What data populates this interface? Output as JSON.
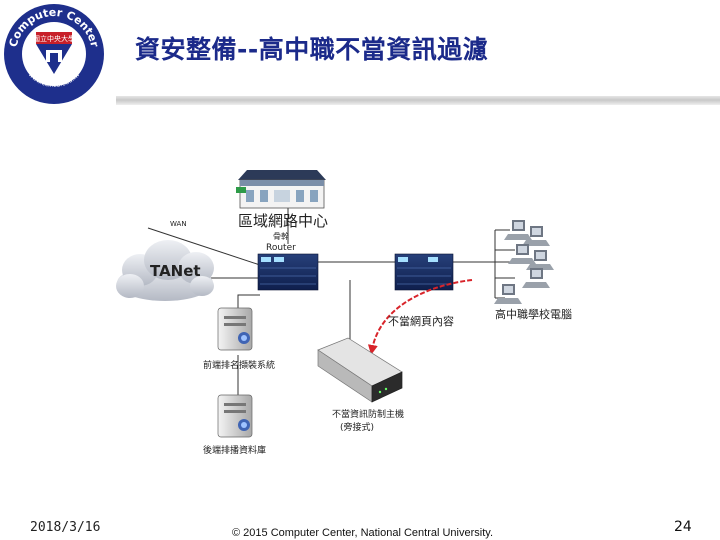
{
  "logo": {
    "ring_text": "Computer Center",
    "url_text": "www.cc.ncu.edu.tw",
    "badge_text": "國立中央大學",
    "ring_color": "#1e2f8c",
    "badge_color": "#c8202a"
  },
  "title": "資安整備--高中職不當資訊過濾",
  "diagram": {
    "regional_center": "區域網路中心",
    "backbone": "骨幹",
    "router": "Router",
    "wan": "WAN",
    "tanet": "TANet",
    "school_pcs": "高中職學校電腦",
    "bad_content": "不當網頁內容",
    "front_system": "前端排名擷裝系統",
    "back_db": "後端排播資料庫",
    "filter_host_line1": "不當資訊防制主機",
    "filter_host_line2": "(旁接式)"
  },
  "footer": {
    "date": "2018/3/16",
    "copyright": "© 2015 Computer Center, National Central University.",
    "page": "24"
  }
}
